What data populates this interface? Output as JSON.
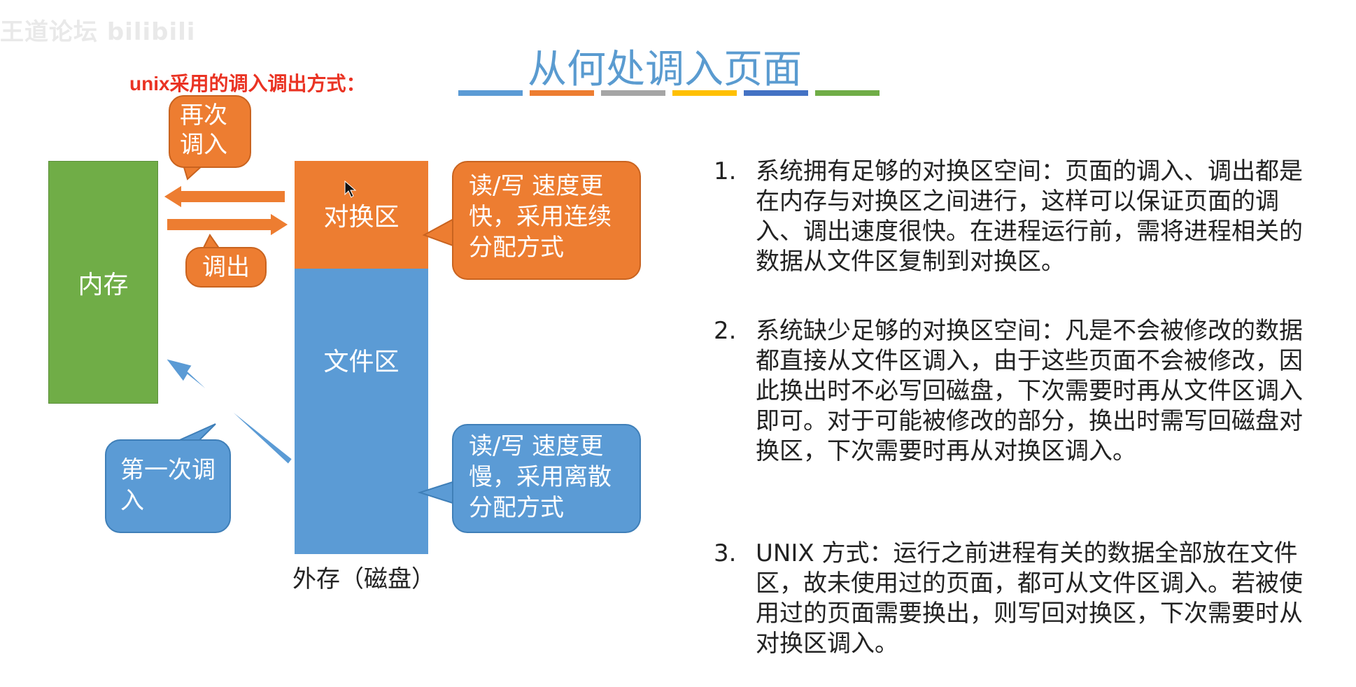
{
  "watermark": "王道论坛 bilibili",
  "title": "从何处调入页面",
  "title_bar_colors": [
    "#5b9bd5",
    "#ed7d31",
    "#a5a5a5",
    "#ffc000",
    "#4472c4",
    "#70ad47"
  ],
  "note": "unix采用的调入调出方式：",
  "diagram": {
    "memory_label": "内存",
    "swap_label": "对换区",
    "file_label": "文件区",
    "disk_caption": "外存（磁盘）",
    "callout_recall": "再次调入",
    "callout_out": "调出",
    "callout_first": "第一次调入",
    "callout_fast": "读/写 速度更快，采用连续分配方式",
    "callout_slow": "读/写 速度更慢，采用离散分配方式"
  },
  "colors": {
    "memory": "#70ad47",
    "swap": "#ed7d31",
    "file": "#5b9bd5",
    "title": "#5a9bd0",
    "note": "#ea3323"
  },
  "list": [
    {
      "num": "1.",
      "text": "系统拥有足够的对换区空间：页面的调入、调出都是在内存与对换区之间进行，这样可以保证页面的调入、调出速度很快。在进程运行前，需将进程相关的数据从文件区复制到对换区。"
    },
    {
      "num": "2.",
      "text": "系统缺少足够的对换区空间：凡是不会被修改的数据都直接从文件区调入，由于这些页面不会被修改，因此换出时不必写回磁盘，下次需要时再从文件区调入即可。对于可能被修改的部分，换出时需写回磁盘对换区，下次需要时再从对换区调入。"
    },
    {
      "num": "3.",
      "text": "UNIX 方式：运行之前进程有关的数据全部放在文件区，故未使用过的页面，都可从文件区调入。若被使用过的页面需要换出，则写回对换区，下次需要时从对换区调入。"
    }
  ]
}
